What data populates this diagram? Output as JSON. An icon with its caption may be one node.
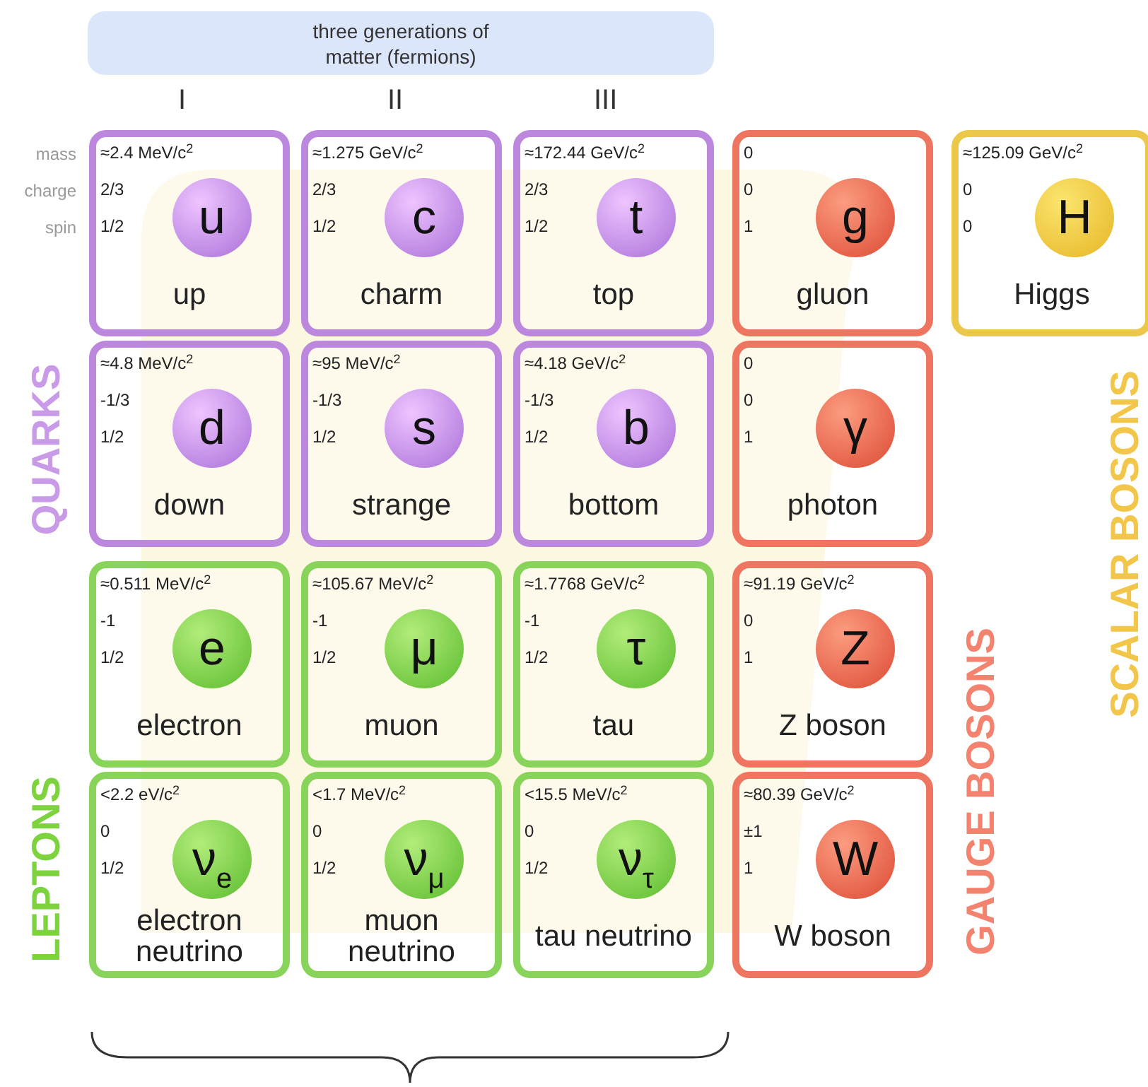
{
  "diagram": {
    "nodes": [
      {
        "text": [
          "three generations of matter (fermions)"
        ]
      },
      {
        "text": [
          "≈2.4 MeV/c$^{2}$",
          "2/3",
          "1/2",
          "up"
        ]
      },
      {
        "text": [
          "u"
        ],
        "in": 1
      },
      {
        "text": [
          "≈1.275 GeV/c$^{2}$",
          "2/3",
          "1/2",
          "charm"
        ]
      },
      {
        "text": [
          "c"
        ],
        "in": 3
      },
      {
        "text": [
          "≈172.44 GeV/c$^{2}$",
          "2/3",
          "1/2",
          "top"
        ]
      },
      {
        "text": [
          "t"
        ],
        "in": 5
      },
      {
        "text": [
          "0",
          "0",
          "1",
          "gluon"
        ]
      },
      {
        "text": [
          "g"
        ],
        "in": 7
      },
      {
        "text": [
          "≈125.09 GeV/c$^{2}$",
          "0",
          "0",
          "Higgs"
        ]
      },
      {
        "text": [
          "H"
        ],
        "in": 9
      },
      {
        "text": [
          "≈4.8 MeV/c$^{2}$",
          "-1/3",
          "1/2",
          "down"
        ]
      },
      {
        "text": [
          "d"
        ],
        "in": 11
      },
      {
        "text": [
          "≈95 MeV/c$^{2}$",
          "-1/3",
          "1/2",
          "strange"
        ]
      },
      {
        "text": [
          "s"
        ],
        "in": 13
      },
      {
        "text": [
          "≈4.18 GeV/c$^{2}$",
          "-1/3",
          "1/2",
          "bottom"
        ]
      },
      {
        "text": [
          "b"
        ],
        "in": 15
      },
      {
        "text": [
          "0",
          "0",
          "1",
          "photon"
        ]
      },
      {
        "text": [
          "γ"
        ],
        "in": 17
      },
      {
        "text": [
          "≈0.511 MeV/c$^{2}$",
          "-1",
          "1/2",
          "electron"
        ]
      },
      {
        "text": [
          "e"
        ],
        "in": 19
      },
      {
        "text": [
          "≈105.67 MeV/c$^{2}$",
          "-1",
          "1/2",
          "muon"
        ]
      },
      {
        "text": [
          "μ"
        ],
        "in": 21
      },
      {
        "text": [
          "≈1.7768 GeV/c$^{2}$",
          "-1",
          "1/2",
          "tau"
        ]
      },
      {
        "text": [
          "τ"
        ],
        "in": 23
      },
      {
        "text": [
          "≈91.19 GeV/c$^{2}$",
          "0",
          "1",
          "Z boson"
        ]
      },
      {
        "text": [
          "Z"
        ],
        "in": 25
      },
      {
        "text": [
          "<2.2 eV/c$^{2}$",
          "0",
          "1/2",
          "electron neutrino"
        ]
      },
      {
        "text": [
          "ν$_{e}$"
        ],
        "in": 27
      },
      {
        "text": [
          "<1.7 MeV/c$^{2}$",
          "0",
          "1/2",
          "muon neutrino"
        ]
      },
      {
        "text": [
          "ν$_{μ}$"
        ],
        "in": 29
      },
      {
        "text": [
          "<15.5 MeV/c$^{2}$",
          "0",
          "1/2",
          "tau neutrino"
        ]
      },
      {
        "text": [
          "ν$_{τ}$"
        ],
        "in": 31
      },
      {
        "text": [
          "≈80.39 GeV/c$^{2}$",
          "±1",
          "1",
          "W boson"
        ]
      },
      {
        "text": [
          "W"
        ],
        "in": 33
      }
    ],
    "edges": [],
    "labels": [
      "I",
      "II",
      "III",
      "mass",
      "charge",
      "spin",
      "QUARKS",
      "SCALAR BOSONS",
      "GAUGE BOSONS",
      "LEPTONS"
    ]
  }
}
